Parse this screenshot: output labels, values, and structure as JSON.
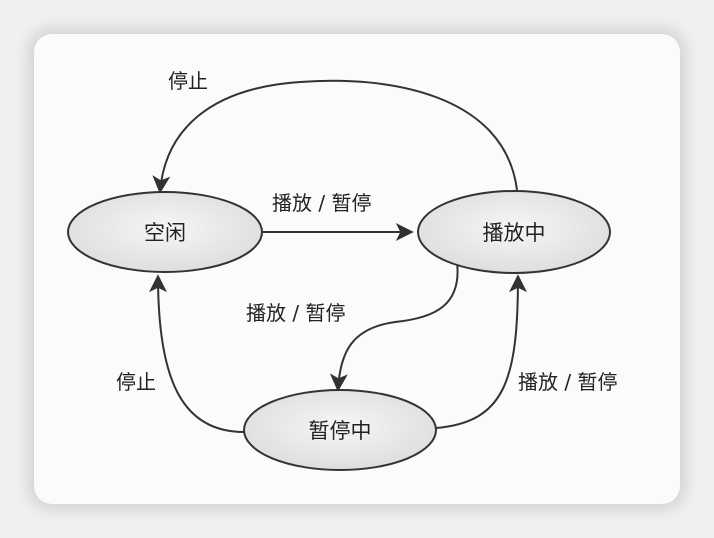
{
  "diagram": {
    "nodes": {
      "idle": "空闲",
      "playing": "播放中",
      "paused": "暂停中"
    },
    "edges": {
      "playing_to_idle": "停止",
      "idle_to_playing": "播放 / 暂停",
      "playing_to_paused": "播放 / 暂停",
      "paused_to_idle": "停止",
      "paused_to_playing": "播放 / 暂停"
    },
    "colors": {
      "node_fill": "#e8e8e8",
      "stroke": "#333333",
      "text": "#222222"
    }
  }
}
